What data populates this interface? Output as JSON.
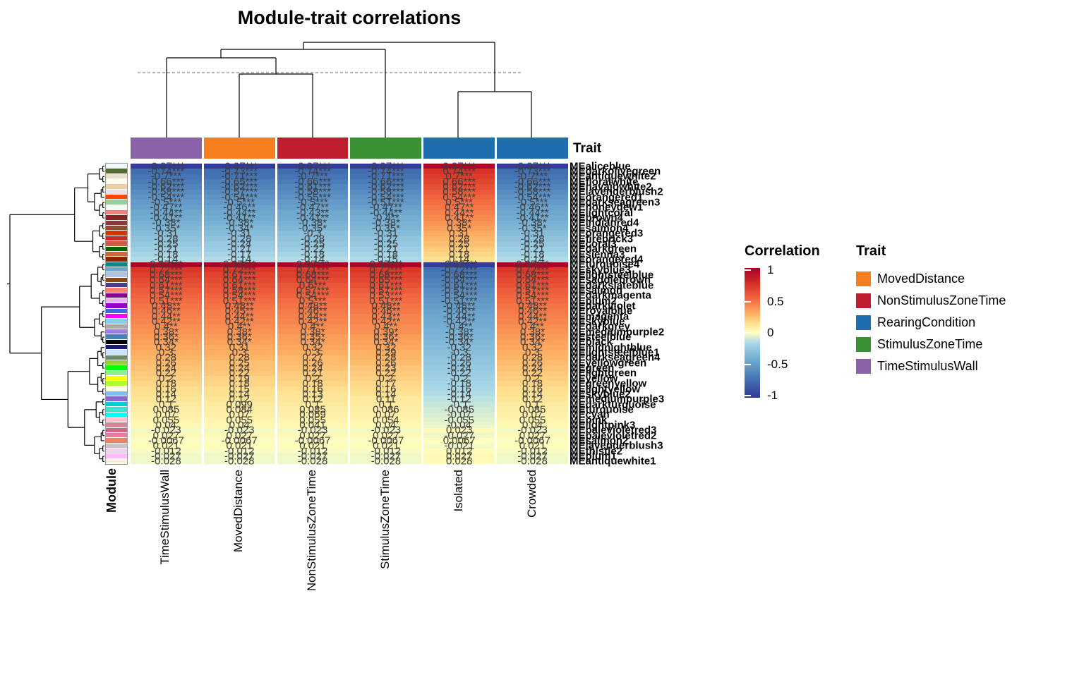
{
  "title": "Module-trait correlations",
  "labels": {
    "trait_annotation": "Trait",
    "module_annotation": "Module"
  },
  "legend_correlation": {
    "title": "Correlation",
    "ticks": [
      {
        "label": "1",
        "value": 1
      },
      {
        "label": "0.5",
        "value": 0.5
      },
      {
        "label": "0",
        "value": 0
      },
      {
        "label": "-0.5",
        "value": -0.5
      },
      {
        "label": "-1",
        "value": -1
      }
    ]
  },
  "legend_trait": {
    "title": "Trait",
    "items": [
      {
        "label": "MovedDistance",
        "color": "#F57E1F"
      },
      {
        "label": "NonStimulusZoneTime",
        "color": "#BE1E2D"
      },
      {
        "label": "RearingCondition",
        "color": "#1F6CAE"
      },
      {
        "label": "StimulusZoneTime",
        "color": "#3A9134"
      },
      {
        "label": "TimeStimulusWall",
        "color": "#8A62A8"
      }
    ]
  },
  "chart_data": {
    "type": "heatmap",
    "title": "Module-trait correlations",
    "legend_position": "right",
    "value_range": [
      -1,
      1
    ],
    "columns": [
      {
        "label": "TimeStimulusWall",
        "trait": "TimeStimulusWall",
        "trait_color": "#8A62A8"
      },
      {
        "label": "MovedDistance",
        "trait": "MovedDistance",
        "trait_color": "#F57E1F"
      },
      {
        "label": "NonStimulusZoneTime",
        "trait": "NonStimulusZoneTime",
        "trait_color": "#BE1E2D"
      },
      {
        "label": "StimulusZoneTime",
        "trait": "StimulusZoneTime",
        "trait_color": "#3A9134"
      },
      {
        "label": "Isolated",
        "trait": "RearingCondition",
        "trait_color": "#1F6CAE"
      },
      {
        "label": "Crowded",
        "trait": "RearingCondition",
        "trait_color": "#1F6CAE"
      }
    ],
    "colormap_stops": [
      {
        "v": -1,
        "color": "#313695"
      },
      {
        "v": -0.7,
        "color": "#4575B4"
      },
      {
        "v": -0.4,
        "color": "#74ADD1"
      },
      {
        "v": -0.15,
        "color": "#ABD9E9"
      },
      {
        "v": 0,
        "color": "#FFFFBF"
      },
      {
        "v": 0.15,
        "color": "#FEE090"
      },
      {
        "v": 0.3,
        "color": "#FDAE61"
      },
      {
        "v": 0.5,
        "color": "#F46D43"
      },
      {
        "v": 0.75,
        "color": "#D73027"
      },
      {
        "v": 1,
        "color": "#A50026"
      }
    ],
    "rows": [
      {
        "label": "MEaliceblue",
        "module_color": "#F0F8FF",
        "values": [
          "-0.97***",
          "-0.97***",
          "-0.97***",
          "-0.97***",
          "0.97***",
          "-0.97***"
        ]
      },
      {
        "label": "MEdarkolivegreen",
        "module_color": "#556B2F",
        "values": [
          "-0.74***",
          "-0.73***",
          "-0.74***",
          "-0.74***",
          "0.74***",
          "-0.73***"
        ]
      },
      {
        "label": "MEantiquewhite2",
        "module_color": "#EEDFCC",
        "values": [
          "-0.7***",
          "-0.71***",
          "-0.7***",
          "-0.71***",
          "0.7***",
          "-0.7***"
        ]
      },
      {
        "label": "MEfloralwhite",
        "module_color": "#FFFAF0",
        "values": [
          "-0.66***",
          "-0.65***",
          "-0.66***",
          "-0.66***",
          "0.66***",
          "-0.66***"
        ]
      },
      {
        "label": "MEnavajowhite2",
        "module_color": "#EECFA1",
        "values": [
          "-0.62***",
          "-0.62***",
          "-0.61***",
          "-0.62***",
          "0.62***",
          "-0.62***"
        ]
      },
      {
        "label": "MElavenderblush2",
        "module_color": "#EEE0E5",
        "values": [
          "-0.58***",
          "-0.57***",
          "-0.58***",
          "-0.58***",
          "0.58***",
          "-0.58***"
        ]
      },
      {
        "label": "MEorangered1",
        "module_color": "#FF4500",
        "values": [
          "-0.54***",
          "-0.54***",
          "-0.55***",
          "-0.54***",
          "0.54***",
          "-0.54***"
        ]
      },
      {
        "label": "MEdarkseagreen3",
        "module_color": "#9BCD9B",
        "values": [
          "-0.5***",
          "-0.5***",
          "-0.5***",
          "-0.51***",
          "0.5***",
          "-0.5***"
        ]
      },
      {
        "label": "MEhoneydew1",
        "module_color": "#F0FFF0",
        "values": [
          "-0.47**",
          "-0.46**",
          "-0.47**",
          "-0.47**",
          "0.47**",
          "-0.46**"
        ]
      },
      {
        "label": "MElightcoral",
        "module_color": "#F08080",
        "values": [
          "-0.44**",
          "-0.44**",
          "-0.43**",
          "-0.44**",
          "0.44**",
          "-0.44**"
        ]
      },
      {
        "label": "MEbrown4",
        "module_color": "#8B2323",
        "values": [
          "-0.41**",
          "-0.41**",
          "-0.41**",
          "-0.4**",
          "0.41**",
          "-0.41**"
        ]
      },
      {
        "label": "MEindianred4",
        "module_color": "#8B3A3A",
        "values": [
          "-0.38*",
          "-0.38*",
          "-0.38*",
          "-0.38*",
          "0.38*",
          "-0.38*"
        ]
      },
      {
        "label": "MEsalmon4",
        "module_color": "#8B4C39",
        "values": [
          "-0.35*",
          "-0.34*",
          "-0.35*",
          "-0.35*",
          "0.35*",
          "-0.35*"
        ]
      },
      {
        "label": "MEorangered3",
        "module_color": "#CD3700",
        "values": [
          "-0.31",
          "-0.31",
          "-0.3",
          "-0.31",
          "0.31",
          "-0.31"
        ]
      },
      {
        "label": "MEfirebrick3",
        "module_color": "#CD2626",
        "values": [
          "-0.28",
          "-0.28",
          "-0.28",
          "-0.27",
          "0.28",
          "-0.28"
        ]
      },
      {
        "label": "MEcoral3",
        "module_color": "#CD5B45",
        "values": [
          "-0.25",
          "-0.24",
          "-0.25",
          "-0.25",
          "0.25",
          "-0.25"
        ]
      },
      {
        "label": "MEdarkgreen",
        "module_color": "#006400",
        "values": [
          "-0.21",
          "-0.21",
          "-0.22",
          "-0.21",
          "0.21",
          "-0.21"
        ]
      },
      {
        "label": "MEsienna3",
        "module_color": "#CD6839",
        "values": [
          "-0.18",
          "-0.17",
          "-0.18",
          "-0.18",
          "0.18",
          "-0.18"
        ]
      },
      {
        "label": "MEorangered4",
        "module_color": "#8B2500",
        "values": [
          "-0.14",
          "-0.14",
          "-0.14",
          "-0.15",
          "0.14",
          "-0.14"
        ]
      },
      {
        "label": "MEturquoise4",
        "module_color": "#00868B",
        "values": [
          "0.97***",
          "0.97***",
          "0.97***",
          "0.97***",
          "-0.97***",
          "0.97***"
        ]
      },
      {
        "label": "MEskyblue3",
        "module_color": "#6CA6CD",
        "values": [
          "0.72***",
          "0.72***",
          "0.71***",
          "0.72***",
          "-0.72***",
          "0.72***"
        ]
      },
      {
        "label": "MElightsteelblue",
        "module_color": "#B0C4DE",
        "values": [
          "0.68***",
          "0.67***",
          "0.68***",
          "0.68***",
          "-0.68***",
          "0.68***"
        ]
      },
      {
        "label": "MEsaddlebrown",
        "module_color": "#8B4513",
        "values": [
          "0.64***",
          "0.64***",
          "0.64***",
          "0.65***",
          "-0.64***",
          "0.64***"
        ]
      },
      {
        "label": "MEdarkslateblue",
        "module_color": "#483D8B",
        "values": [
          "0.61***",
          "0.61***",
          "0.6***",
          "0.61***",
          "-0.61***",
          "0.61***"
        ]
      },
      {
        "label": "MEsalmon",
        "module_color": "#FA8072",
        "values": [
          "0.57***",
          "0.58***",
          "0.57***",
          "0.57***",
          "-0.57***",
          "0.57***"
        ]
      },
      {
        "label": "MEdarkmagenta",
        "module_color": "#8B008B",
        "values": [
          "0.54***",
          "0.54***",
          "0.54***",
          "0.53***",
          "-0.54***",
          "0.54***"
        ]
      },
      {
        "label": "MEplum2",
        "module_color": "#EEAEEE",
        "values": [
          "0.51***",
          "0.51***",
          "0.5***",
          "0.51***",
          "-0.51***",
          "0.51***"
        ]
      },
      {
        "label": "MEdarkviolet",
        "module_color": "#9400D3",
        "values": [
          "0.48**",
          "0.48**",
          "0.48**",
          "0.48**",
          "-0.48**",
          "0.48**"
        ]
      },
      {
        "label": "MEroyalblue",
        "module_color": "#4169E1",
        "values": [
          "0.46**",
          "0.45**",
          "0.46**",
          "0.46**",
          "-0.46**",
          "0.46**"
        ]
      },
      {
        "label": "MEmagenta",
        "module_color": "#FF00FF",
        "values": [
          "0.44**",
          "0.44**",
          "0.44**",
          "0.43**",
          "-0.44**",
          "0.44**"
        ]
      },
      {
        "label": "MEskyblue",
        "module_color": "#87CEEB",
        "values": [
          "0.42**",
          "0.42**",
          "0.42**",
          "0.42**",
          "-0.42**",
          "0.42**"
        ]
      },
      {
        "label": "MEdarkgrey",
        "module_color": "#A9A9A9",
        "values": [
          "0.4**",
          "0.4**",
          "0.4**",
          "0.4**",
          "-0.4**",
          "0.4**"
        ]
      },
      {
        "label": "MEmediumpurple2",
        "module_color": "#9F79EE",
        "values": [
          "0.38*",
          "0.38*",
          "0.38*",
          "0.39*",
          "-0.38*",
          "0.38*"
        ]
      },
      {
        "label": "MEsteelblue",
        "module_color": "#4682B4",
        "values": [
          "0.36*",
          "0.36*",
          "0.35*",
          "0.36*",
          "-0.36*",
          "0.36*"
        ]
      },
      {
        "label": "MEblack",
        "module_color": "#000000",
        "values": [
          "0.34*",
          "0.34*",
          "0.34*",
          "0.34*",
          "-0.34*",
          "0.34*"
        ]
      },
      {
        "label": "MEmidnightblue",
        "module_color": "#191970",
        "values": [
          "0.32",
          "0.31",
          "0.32",
          "0.32",
          "-0.32",
          "0.32"
        ]
      },
      {
        "label": "MElightsteelblue1",
        "module_color": "#CAE1FF",
        "values": [
          "0.3",
          "0.3",
          "0.3",
          "0.29",
          "-0.3",
          "0.3"
        ]
      },
      {
        "label": "MEdarkseagreen4",
        "module_color": "#698B69",
        "values": [
          "0.28",
          "0.28",
          "0.27",
          "0.28",
          "-0.28",
          "0.28"
        ]
      },
      {
        "label": "MEyellowgreen",
        "module_color": "#9ACD32",
        "values": [
          "0.26",
          "0.25",
          "0.26",
          "0.26",
          "-0.26",
          "0.26"
        ]
      },
      {
        "label": "MEgreen",
        "module_color": "#00FF00",
        "values": [
          "0.24",
          "0.24",
          "0.24",
          "0.23",
          "-0.24",
          "0.24"
        ]
      },
      {
        "label": "MElightgreen",
        "module_color": "#90EE90",
        "values": [
          "0.22",
          "0.22",
          "0.21",
          "0.22",
          "-0.22",
          "0.22"
        ]
      },
      {
        "label": "MEyellow",
        "module_color": "#FFFF00",
        "values": [
          "0.2",
          "0.19",
          "0.2",
          "0.2",
          "-0.2",
          "0.2"
        ]
      },
      {
        "label": "MEgreenyellow",
        "module_color": "#ADFF2F",
        "values": [
          "0.18",
          "0.18",
          "0.18",
          "0.17",
          "-0.18",
          "0.18"
        ]
      },
      {
        "label": "MElightyellow",
        "module_color": "#FFFFE0",
        "values": [
          "0.16",
          "0.15",
          "0.16",
          "0.16",
          "-0.16",
          "0.16"
        ]
      },
      {
        "label": "MEskyblue2",
        "module_color": "#7EC0EE",
        "values": [
          "0.14",
          "0.14",
          "0.13",
          "0.14",
          "-0.14",
          "0.14"
        ]
      },
      {
        "label": "MEmediumpurple3",
        "module_color": "#8968CD",
        "values": [
          "0.12",
          "0.12",
          "0.12",
          "0.11",
          "-0.12",
          "0.12"
        ]
      },
      {
        "label": "MEdarkturquoise",
        "module_color": "#00CED1",
        "values": [
          "0.1",
          "0.099",
          "0.1",
          "0.1",
          "-0.1",
          "0.1"
        ]
      },
      {
        "label": "MEturquoise",
        "module_color": "#40E0D0",
        "values": [
          "0.085",
          "0.084",
          "0.085",
          "0.086",
          "-0.085",
          "0.085"
        ]
      },
      {
        "label": "MEcyan",
        "module_color": "#00FFFF",
        "values": [
          "0.07",
          "0.07",
          "0.069",
          "0.07",
          "-0.07",
          "0.07"
        ]
      },
      {
        "label": "MEpink",
        "module_color": "#FFC0CB",
        "values": [
          "0.055",
          "0.055",
          "0.055",
          "0.054",
          "-0.055",
          "0.055"
        ]
      },
      {
        "label": "MElightpink3",
        "module_color": "#CD8C95",
        "values": [
          "0.04",
          "0.04",
          "0.041",
          "0.04",
          "-0.04",
          "0.04"
        ]
      },
      {
        "label": "MEpalevioletred3",
        "module_color": "#CD6889",
        "values": [
          "-0.023",
          "-0.023",
          "-0.023",
          "-0.023",
          "0.023",
          "-0.023"
        ]
      },
      {
        "label": "MEpalevioletred2",
        "module_color": "#EE799F",
        "values": [
          "0.027",
          "0.027",
          "0.027",
          "0.027",
          "-0.027",
          "0.027"
        ]
      },
      {
        "label": "MEsalmon2",
        "module_color": "#EE8262",
        "values": [
          "-0.0067",
          "-0.0067",
          "-0.0067",
          "-0.0067",
          "0.0067",
          "-0.0067"
        ]
      },
      {
        "label": "MElavenderblush3",
        "module_color": "#CDC1C5",
        "values": [
          "0.021",
          "0.021",
          "0.021",
          "0.021",
          "-0.021",
          "0.021"
        ]
      },
      {
        "label": "MEthistle2",
        "module_color": "#EED2EE",
        "values": [
          "-0.012",
          "-0.012",
          "-0.012",
          "-0.012",
          "0.012",
          "-0.012"
        ]
      },
      {
        "label": "MEplum1",
        "module_color": "#FFBBFF",
        "values": [
          "-0.027",
          "-0.027",
          "-0.027",
          "-0.027",
          "0.027",
          "-0.027"
        ]
      },
      {
        "label": "MEantiquewhite1",
        "module_color": "#FFEFDB",
        "values": [
          "-0.028",
          "-0.028",
          "-0.028",
          "-0.028",
          "0.028",
          "-0.028"
        ]
      }
    ]
  }
}
